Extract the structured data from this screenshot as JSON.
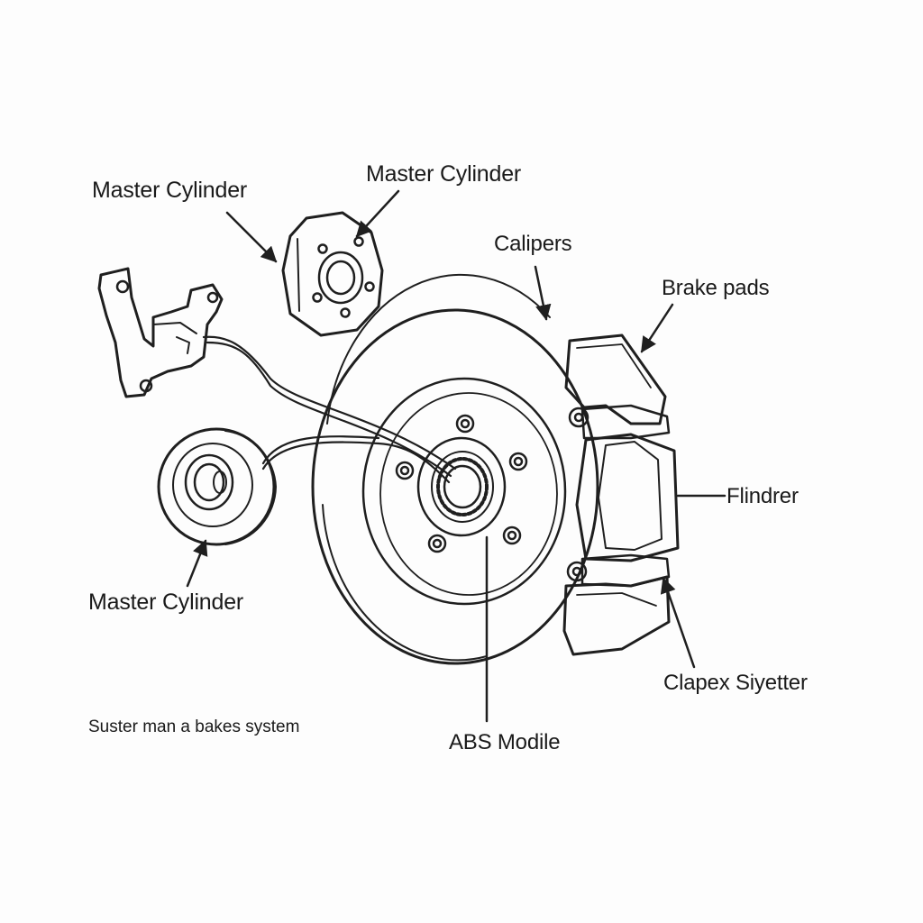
{
  "diagram": {
    "labels": {
      "master_cylinder_left": "Master Cylinder",
      "master_cylinder_top": "Master Cylinder",
      "calipers": "Calipers",
      "brake_pads": "Brake pads",
      "flindrer": "Flindrer",
      "master_cylinder_bottom": "Master Cylinder",
      "clapex_siyetter": "Clapex Siyetter",
      "abs_module": "ABS Modile"
    },
    "caption": "Suster man a bakes system"
  }
}
